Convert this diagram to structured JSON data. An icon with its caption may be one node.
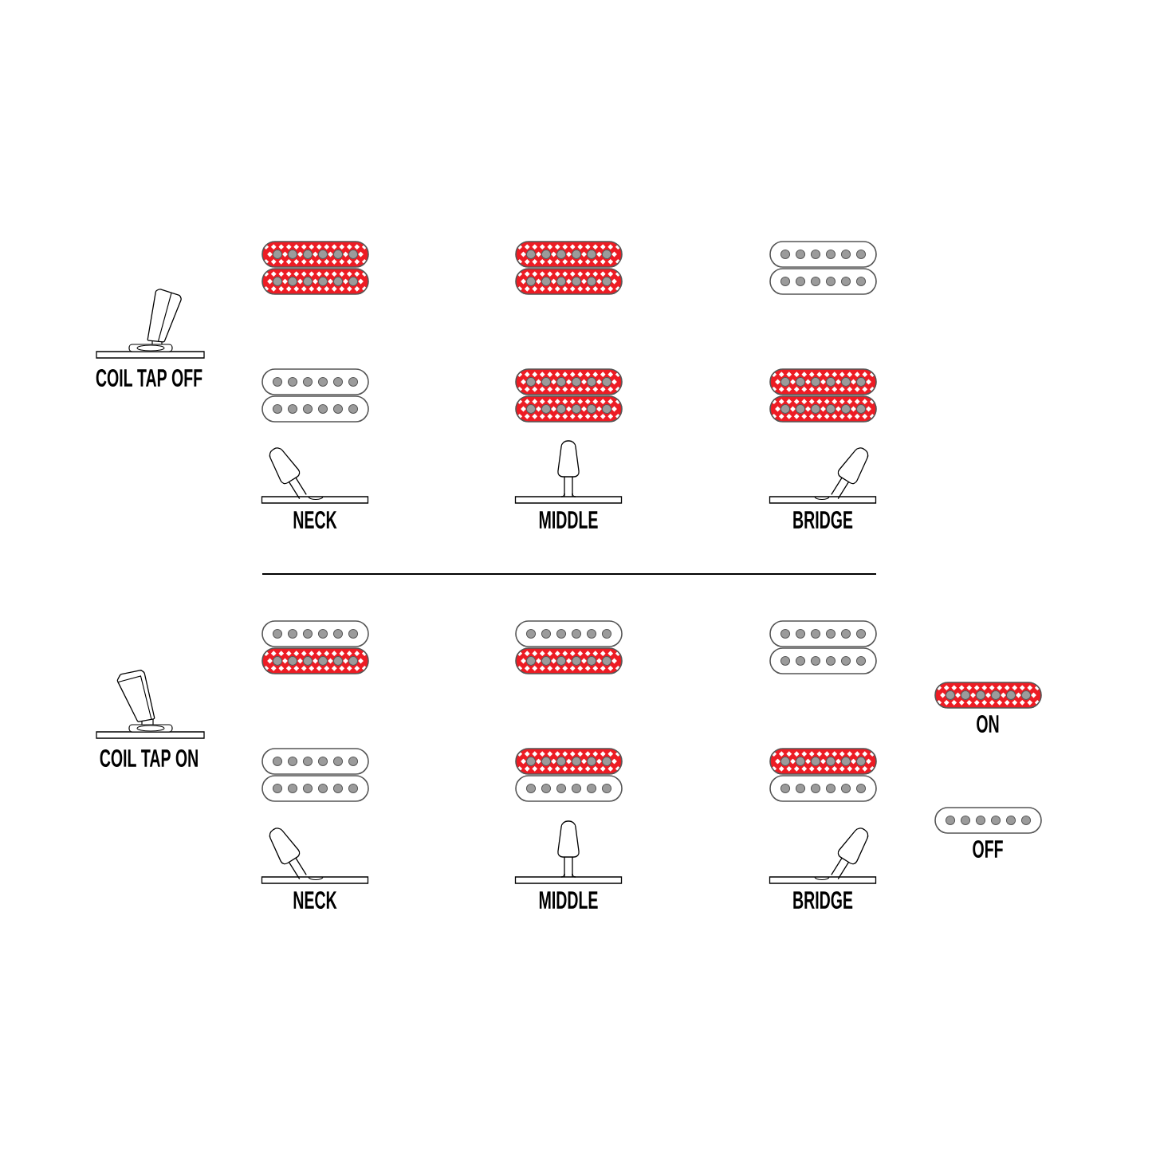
{
  "diagram": {
    "labels": [
      "COIL TAP OFF",
      "NECK",
      "MIDDLE",
      "BRIDGE",
      "COIL TAP ON",
      "NECK",
      "MIDDLE",
      "BRIDGE"
    ],
    "legend": [
      {
        "text": "ON"
      },
      {
        "text": "OFF"
      }
    ]
  }
}
